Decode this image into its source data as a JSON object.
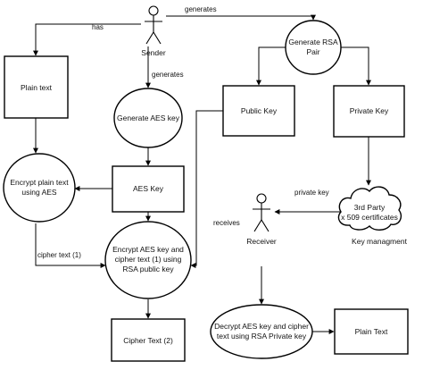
{
  "actors": {
    "sender": "Sender",
    "receiver": "Receiver"
  },
  "nodes": {
    "plain_text": "Plain text",
    "generate_aes_key": "Generate AES key",
    "generate_rsa_pair": [
      "Generate RSA",
      "Pair"
    ],
    "public_key": "Public Key",
    "private_key": "Private Key",
    "encrypt_plain": [
      "Encrypt plain text",
      "using AES"
    ],
    "aes_key": "AES Key",
    "encrypt_aes": [
      "Encrypt AES key and",
      "cipher text (1) using",
      "RSA public key"
    ],
    "third_party": [
      "3rd Party",
      "x 509 certificates"
    ],
    "key_management": "Key managment",
    "cipher_text_2": "Cipher Text (2)",
    "decrypt": [
      "Decrypt AES key and cipher",
      "text using RSA Private key"
    ],
    "plain_text_out": "Plain Text"
  },
  "edge_labels": {
    "has": "has",
    "generates_top": "generates",
    "generates_mid": "generates",
    "private_key": "private key",
    "receives": "receives",
    "cipher_text_1": "cipher text (1)"
  }
}
